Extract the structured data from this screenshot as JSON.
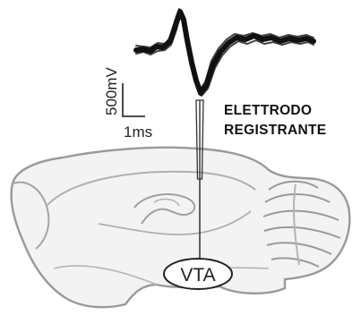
{
  "scale_bar": {
    "vertical_label": "500mV",
    "horizontal_label": "1ms"
  },
  "electrode_label": {
    "line1": "ELETTRODO",
    "line2": "REGISTRANTE"
  },
  "region_label": "VTA",
  "colors": {
    "waveform": "#111111",
    "brain_outline": "#9a9a9a",
    "brain_fill": "#f3f3f3",
    "electrode": "#333333"
  }
}
